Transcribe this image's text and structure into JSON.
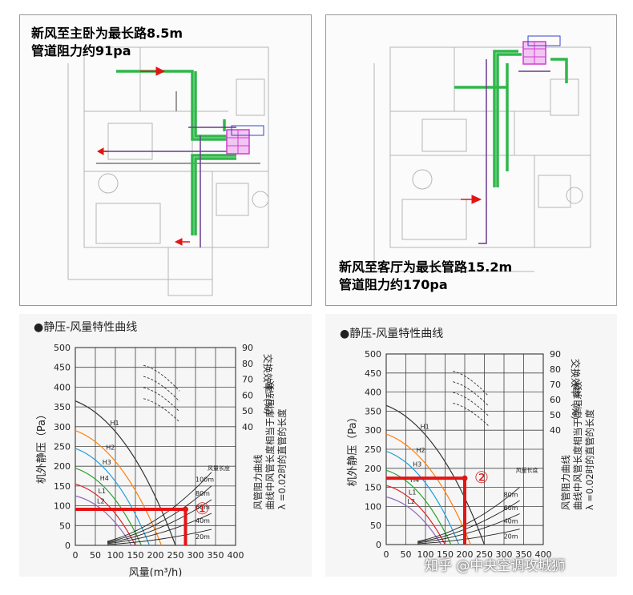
{
  "plans": [
    {
      "caption_line1": "新风至主卧为最长路8.5m",
      "caption_line2": "管道阻力约91pa"
    },
    {
      "caption_line1": "新风至客厅为最长管路15.2m",
      "caption_line2": "管道阻力约170pa"
    }
  ],
  "colors": {
    "duct_green": "#2fb84a",
    "unit_magenta": "#d23bd2",
    "marker_red": "#e41414",
    "pipe_purple": "#6b3b8e"
  },
  "chart_data": [
    {
      "type": "line",
      "title": "●静压-风量特性曲线",
      "xlabel": "风量(m³/h)",
      "ylabel": "机外静压（Pa）",
      "ylabel_right": "交换效率（%）",
      "side_note": [
        "风管阻力曲线",
        "曲线中风管长度相当于摩阻系数",
        "λ =0.02时的直管的长度"
      ],
      "x_ticks": [
        "0",
        "50",
        "100",
        "150",
        "200",
        "250",
        "300",
        "350",
        "400"
      ],
      "y_ticks": [
        "0",
        "50",
        "100",
        "150",
        "200",
        "250",
        "300",
        "350",
        "400",
        "450",
        "500"
      ],
      "y2_ticks": [
        "40",
        "50",
        "60",
        "70",
        "80",
        "90"
      ],
      "xlim": [
        0,
        400
      ],
      "ylim": [
        0,
        500
      ],
      "fan_curve_labels": [
        "H1",
        "H2",
        "H3",
        "H4",
        "L1",
        "L2"
      ],
      "duct_length_labels": [
        "100m",
        "80m",
        "60m",
        "40m",
        "20m"
      ],
      "duct_legend": "风量长度",
      "operating_point": {
        "x": 275,
        "y": 91,
        "marker": "①"
      }
    },
    {
      "type": "line",
      "title": "●静压-风量特性曲线",
      "xlabel": "",
      "ylabel": "机外静压（Pa）",
      "ylabel_right": "交换效率（%）",
      "side_note": [
        "风管阻力曲线",
        "曲线中风管长度相当于摩阻系数",
        "λ =0.02时的直管的长度"
      ],
      "x_ticks": [
        "0",
        "50",
        "100",
        "150",
        "200",
        "250",
        "300",
        "350",
        "400"
      ],
      "y_ticks": [
        "0",
        "50",
        "100",
        "150",
        "200",
        "250",
        "300",
        "350",
        "400",
        "450",
        "500"
      ],
      "y2_ticks": [
        "40",
        "50",
        "60",
        "70",
        "80",
        "90"
      ],
      "xlim": [
        0,
        400
      ],
      "ylim": [
        0,
        500
      ],
      "fan_curve_labels": [
        "H1",
        "H2",
        "H3",
        "H4",
        "L1",
        "L2"
      ],
      "duct_length_labels": [
        "80m",
        "60m",
        "40m",
        "20m"
      ],
      "duct_legend": "风量长度",
      "operating_point": {
        "x": 200,
        "y": 174,
        "marker": "②"
      }
    }
  ],
  "watermark": "知乎 @中央空调攻城狮"
}
